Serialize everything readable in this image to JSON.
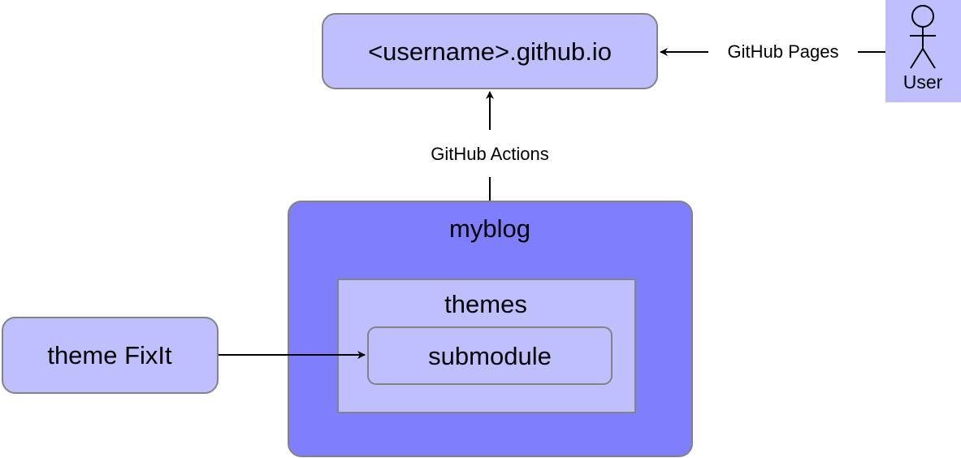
{
  "nodes": {
    "site": {
      "label": "<username>.github.io"
    },
    "myblog": {
      "label": "myblog"
    },
    "themes": {
      "label": "themes"
    },
    "submodule": {
      "label": "submodule"
    },
    "theme": {
      "label": "theme FixIt"
    },
    "user": {
      "label": "User"
    }
  },
  "edges": {
    "pages": {
      "label": "GitHub Pages"
    },
    "actions": {
      "label": "GitHub Actions"
    }
  },
  "colors": {
    "light_fill": "#bfbffe",
    "dark_fill": "#7f7ffe",
    "stroke": "#838383",
    "text": "#000000",
    "line": "#000000"
  }
}
